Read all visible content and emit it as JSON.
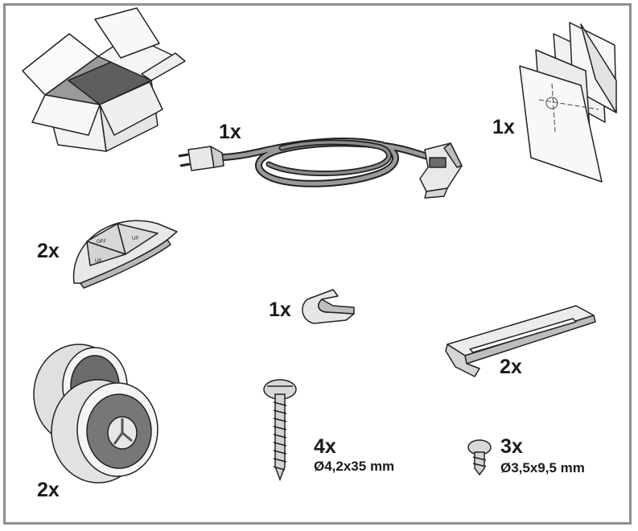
{
  "items": {
    "box": {},
    "power_cable": {
      "quantity": "1x"
    },
    "manual": {
      "quantity": "1x"
    },
    "button_cover": {
      "quantity": "2x"
    },
    "cable_clip": {
      "quantity": "1x"
    },
    "bracket": {
      "quantity": "2x"
    },
    "carbon_filter": {
      "quantity": "2x"
    },
    "screw_long": {
      "quantity": "4x",
      "size": "Ø4,2x35 mm"
    },
    "screw_short": {
      "quantity": "3x",
      "size": "Ø3,5x9,5 mm"
    }
  },
  "colors": {
    "border": "#8e8e8e",
    "outline": "#222222",
    "light_gray": "#e4e4e4",
    "mid_gray": "#bdbdbd",
    "dark_gray": "#6b6b6b"
  }
}
